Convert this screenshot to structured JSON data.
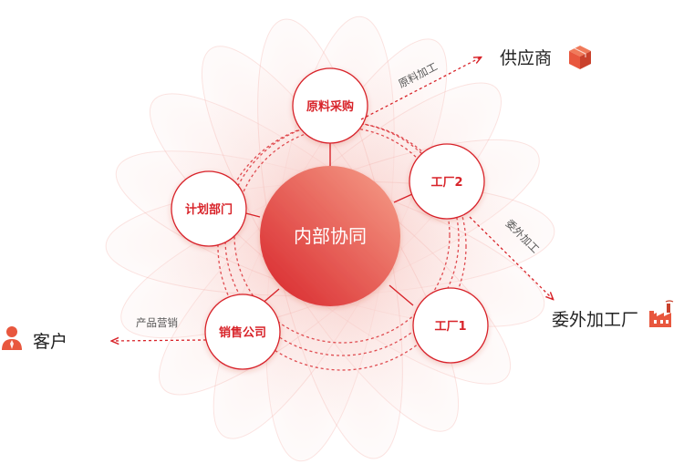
{
  "center": {
    "label": "内部协同"
  },
  "nodes": {
    "procurement": "原料采购",
    "factory2": "工厂2",
    "planning": "计划部门",
    "sales": "销售公司",
    "factory1": "工厂1"
  },
  "externals": {
    "supplier": "供应商",
    "outsourcing": "委外加工厂",
    "customer": "客户"
  },
  "edge_labels": {
    "procurement_to_supplier": "原料加工",
    "factory2_to_outsourcing": "委外加工",
    "sales_to_customer": "产品营销"
  },
  "colors": {
    "accent": "#d8242a",
    "center_start": "#e0322f",
    "center_end": "#f6a08a",
    "petal": "#f7c7c2",
    "icon": "#e8573e"
  },
  "icons": {
    "supplier": "box-icon",
    "outsourcing": "factory-icon",
    "customer": "person-icon"
  }
}
